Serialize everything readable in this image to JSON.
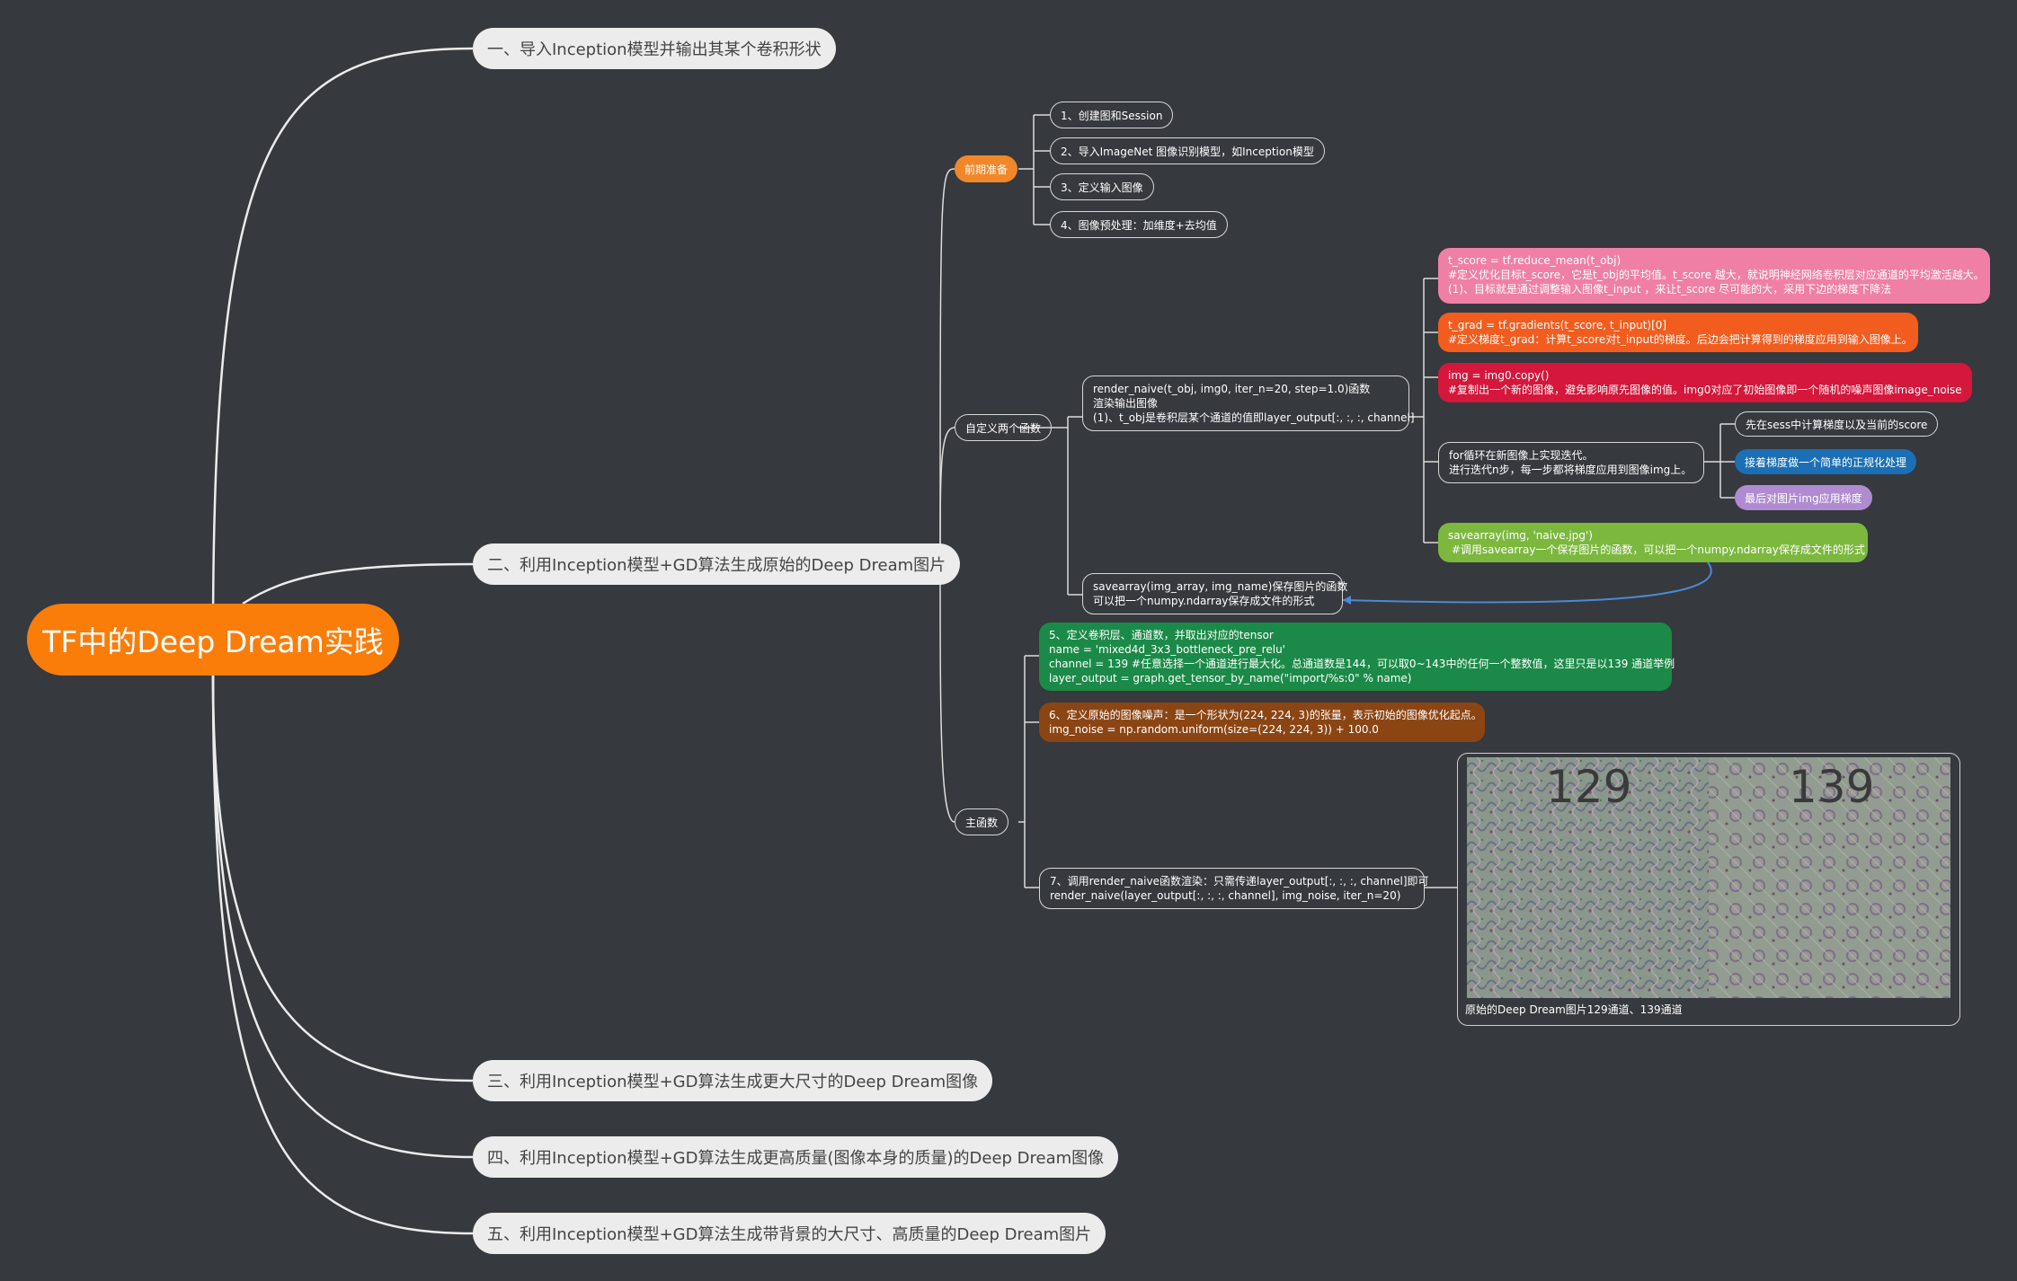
{
  "root": "TF中的Deep Dream实践",
  "sections": [
    "一、导入Inception模型并输出其某个卷积形状",
    "二、利用Inception模型+GD算法生成原始的Deep Dream图片",
    "三、利用Inception模型+GD算法生成更大尺寸的Deep Dream图像",
    "四、利用Inception模型+GD算法生成更高质量(图像本身的质量)的Deep Dream图像",
    "五、利用Inception模型+GD算法生成带背景的大尺寸、高质量的Deep Dream图片"
  ],
  "prep": {
    "label": "前期准备",
    "items": [
      "1、创建图和Session",
      "2、导入ImageNet 图像识别模型，如Inception模型",
      "3、定义输入图像",
      "4、图像预处理：加维度+去均值"
    ]
  },
  "custom": {
    "label": "自定义两个函数",
    "render": [
      "render_naive(t_obj, img0, iter_n=20, step=1.0)函数",
      "渲染输出图像",
      "(1)、t_obj是卷积层某个通道的值即layer_output[:, :, :, channel]"
    ],
    "t_score": [
      "t_score = tf.reduce_mean(t_obj)",
      "#定义优化目标t_score，它是t_obj的平均值。t_score 越大，就说明神经网络卷积层对应通道的平均激活越大。",
      "(1)、目标就是通过调整输入图像t_input ，来让t_score 尽可能的大，采用下边的梯度下降法"
    ],
    "t_grad": [
      "t_grad = tf.gradients(t_score, t_input)[0]",
      "#定义梯度t_grad：计算t_score对t_input的梯度。后边会把计算得到的梯度应用到输入图像上。"
    ],
    "img_copy": [
      "img = img0.copy()",
      "#复制出一个新的图像，避免影响原先图像的值。img0对应了初始图像即一个随机的噪声图像image_noise"
    ],
    "loop": [
      "for循环在新图像上实现迭代。",
      "进行迭代n步，每一步都将梯度应用到图像img上。"
    ],
    "loop_steps": [
      "先在sess中计算梯度以及当前的score",
      "接着梯度做一个简单的正规化处理",
      "最后对图片img应用梯度"
    ],
    "save_call": [
      "savearray(img, 'naive.jpg')",
      " #调用savearray一个保存图片的函数，可以把一个numpy.ndarray保存成文件的形式"
    ],
    "savearray": [
      "savearray(img_array, img_name)保存图片的函数",
      "可以把一个numpy.ndarray保存成文件的形式"
    ]
  },
  "mainfn": {
    "label": "主函数",
    "step5": [
      "5、定义卷积层、通道数，并取出对应的tensor",
      "name = 'mixed4d_3x3_bottleneck_pre_relu'",
      "channel = 139 #任意选择一个通道进行最大化。总通道数是144，可以取0~143中的任何一个整数值，这里只是以139 通道举例",
      "layer_output = graph.get_tensor_by_name(\"import/%s:0\" % name)"
    ],
    "step6": [
      "6、定义原始的图像噪声：是一个形状为(224, 224, 3)的张量，表示初始的图像优化起点。",
      "img_noise = np.random.uniform(size=(224, 224, 3)) + 100.0"
    ],
    "step7": [
      "7、调用render_naive函数渲染：只需传递layer_output[:, :, :, channel]即可",
      "render_naive(layer_output[:, :, :, channel], img_noise, iter_n=20)"
    ],
    "image_labels": [
      "129",
      "139"
    ],
    "image_caption": "原始的Deep Dream图片129通道、139通道"
  },
  "colors": {
    "background": "#36393e",
    "root": "#fa7d0a",
    "prep": "#f0882a",
    "t_score": "#f07fa6",
    "t_grad": "#f25d1f",
    "img_copy": "#d4173b",
    "step_blue": "#1b6fb5",
    "step_purple": "#b08bd2",
    "save_green": "#7cb83e",
    "step5": "#1b8a48",
    "step6": "#8b4513"
  }
}
